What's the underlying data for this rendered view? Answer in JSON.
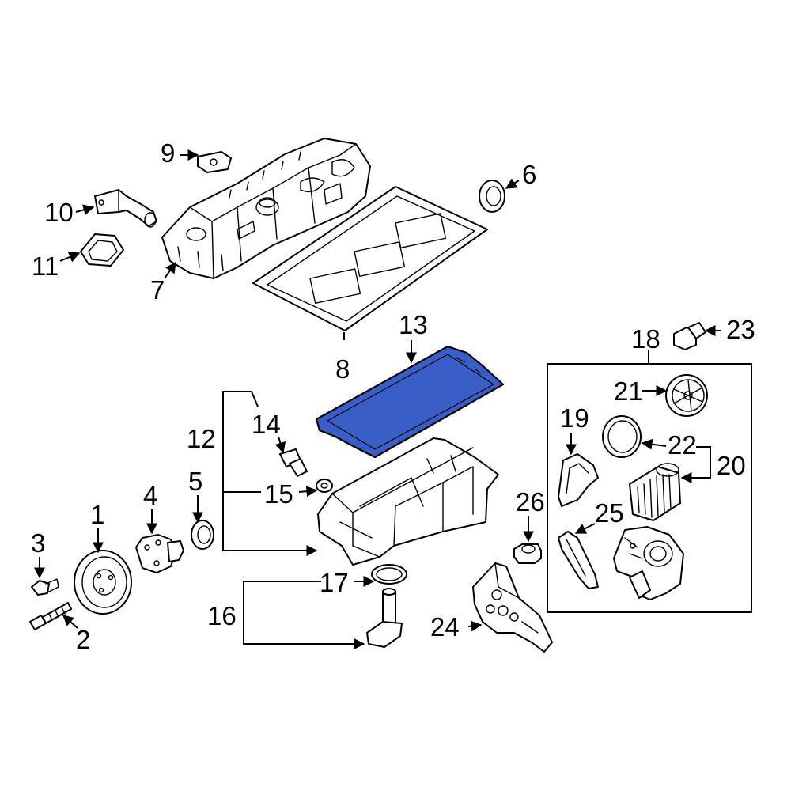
{
  "diagram": {
    "highlight_color": "#3a5ec8",
    "line_color": "#000000",
    "background": "#ffffff",
    "highlighted_part": "13",
    "callouts": [
      "1",
      "2",
      "3",
      "4",
      "5",
      "6",
      "7",
      "8",
      "9",
      "10",
      "11",
      "12",
      "13",
      "14",
      "15",
      "16",
      "17",
      "18",
      "19",
      "20",
      "21",
      "22",
      "23",
      "24",
      "25",
      "26"
    ]
  }
}
